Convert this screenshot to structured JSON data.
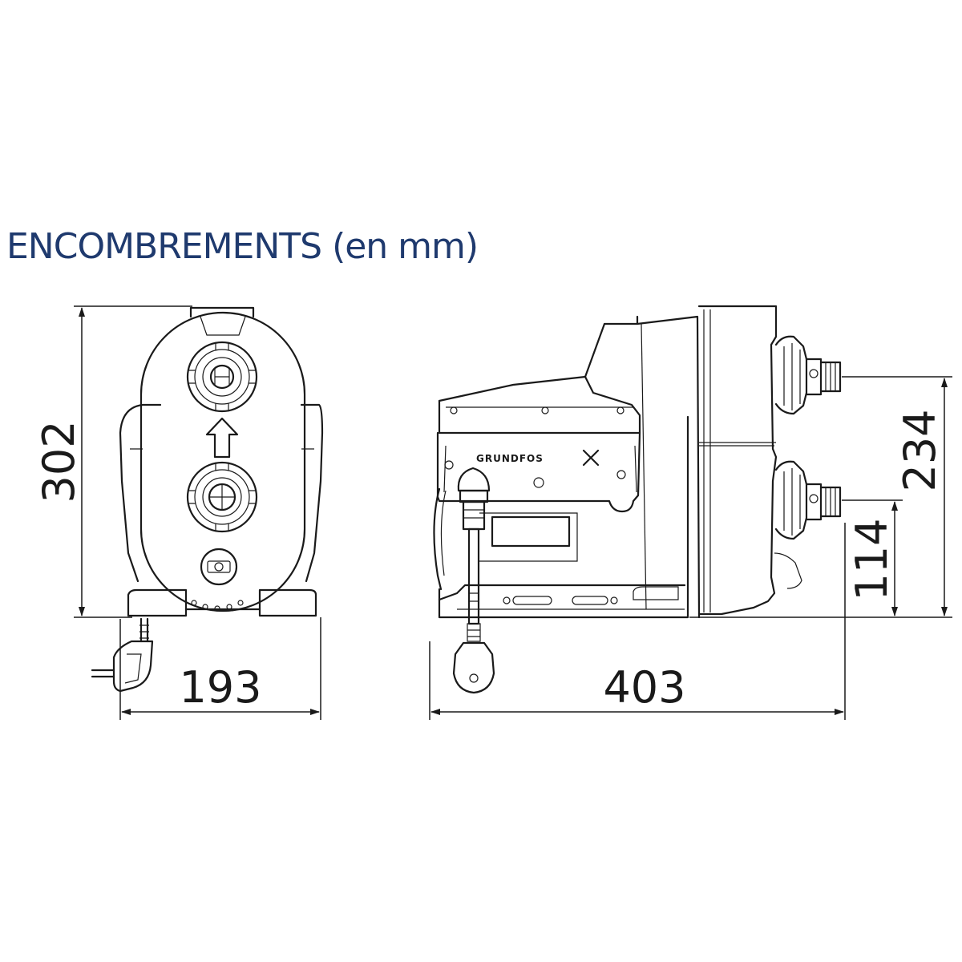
{
  "title": "ENCOMBREMENTS (en mm)",
  "brand": "GRUNDFOS",
  "dimensions": {
    "height_total": "302",
    "width_front": "193",
    "length_side": "403",
    "outlet_height": "234",
    "inlet_height": "114"
  },
  "colors": {
    "title": "#1f3a6e",
    "lines": "#1a1a1a"
  },
  "icons": [
    "arrow-up-icon",
    "power-plug-icon",
    "grundfos-x-logo-icon"
  ]
}
